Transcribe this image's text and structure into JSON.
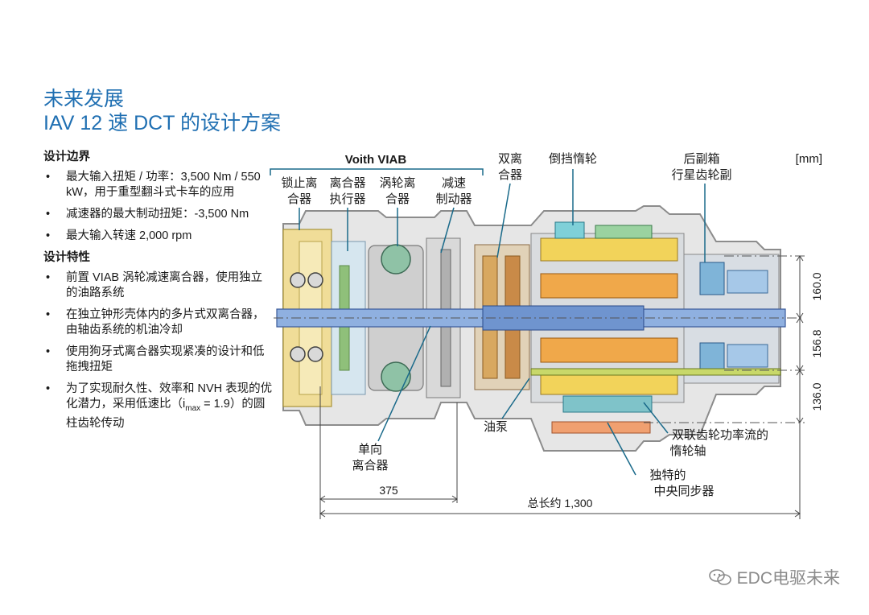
{
  "title": {
    "line1": "未来发展",
    "line2": "IAV 12 速 DCT 的设计方案"
  },
  "design_bounds": {
    "heading": "设计边界",
    "items": [
      "最大输入扭矩 / 功率：3,500 Nm / 550 kW，用于重型翻斗式卡车的应用",
      "减速器的最大制动扭矩：-3,500 Nm",
      "最大输入转速 2,000 rpm"
    ]
  },
  "design_features": {
    "heading": "设计特性",
    "items": [
      "前置 VIAB 涡轮减速离合器，使用独立的油路系统",
      "在独立钟形壳体内的多片式双离合器，由轴齿系统的机油冷却",
      "使用狗牙式离合器实现紧凑的设计和低拖拽扭矩"
    ],
    "ratio_item": {
      "prefix": "为了实现耐久性、效率和 NVH 表现的优化潜力，采用低速比（i",
      "sub": "max",
      "suffix": " = 1.9）的圆柱齿轮传动"
    }
  },
  "diagram": {
    "voith_label": "Voith VIAB",
    "unit": "[mm]",
    "labels": {
      "lockup_clutch": [
        "锁止离",
        "合器"
      ],
      "clutch_actuator": [
        "离合器",
        "执行器"
      ],
      "turbo_clutch": [
        "涡轮离",
        "合器"
      ],
      "retarder_brake": [
        "减速",
        "制动器"
      ],
      "dual_clutch": [
        "双离",
        "合器"
      ],
      "reverse_idler": "倒挡惰轮",
      "rear_planetary": [
        "后副箱",
        "行星齿轮副"
      ],
      "oil_pump": "油泵",
      "one_way_clutch": [
        "单向",
        "离合器"
      ],
      "idler_shaft": [
        "双联齿轮功率流的",
        "惰轮轴"
      ],
      "central_sync": [
        "独特的",
        "中央同步器"
      ]
    },
    "dimensions": {
      "d160": "160.0",
      "d156": "156.8",
      "d136": "136.0",
      "d375": "375",
      "total": "总长约 1,300"
    }
  },
  "watermark": "EDC电驱未来",
  "colors": {
    "title": "#1f6fb2",
    "pointer": "#1a6a8a"
  }
}
